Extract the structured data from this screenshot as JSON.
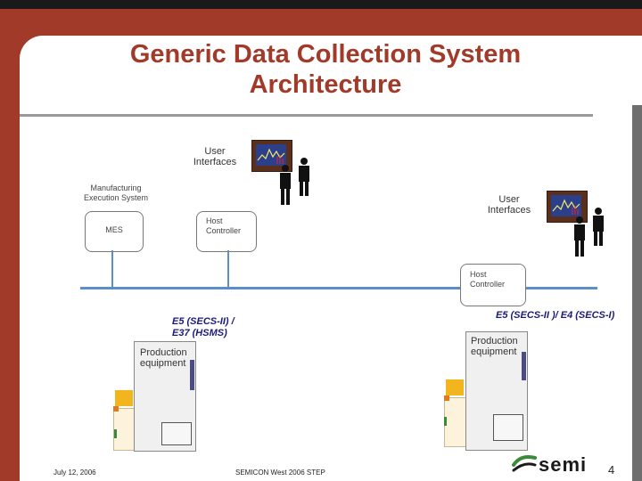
{
  "title": {
    "line1": "Generic Data Collection System",
    "line2": "Architecture"
  },
  "diagram": {
    "user_interfaces_1": {
      "line1": "User",
      "line2": "Interfaces"
    },
    "user_interfaces_2": {
      "line1": "User",
      "line2": "Interfaces"
    },
    "mes_group": {
      "line1": "Manufacturing",
      "line2": "Execution System"
    },
    "mes_box": "MES",
    "host_controller_1": {
      "line1": "Host",
      "line2": "Controller"
    },
    "host_controller_2": {
      "line1": "Host",
      "line2": "Controller"
    },
    "protocol_left": {
      "line1": "E5 (SECS-II) /",
      "line2": "E37 (HSMS)"
    },
    "protocol_right": "E5 (SECS-II )/ E4 (SECS-I)",
    "equipment_left": {
      "line1": "Production",
      "line2": "equipment"
    },
    "equipment_right": {
      "line1": "Production",
      "line2": "equipment"
    }
  },
  "footer": {
    "date": "July 12, 2006",
    "event": "SEMICON West 2006 STEP",
    "page": "4",
    "logo": "semi"
  },
  "colors": {
    "accent": "#a23a2a",
    "bus": "#5b8fc9",
    "protocol_text": "#1a1a7a"
  }
}
